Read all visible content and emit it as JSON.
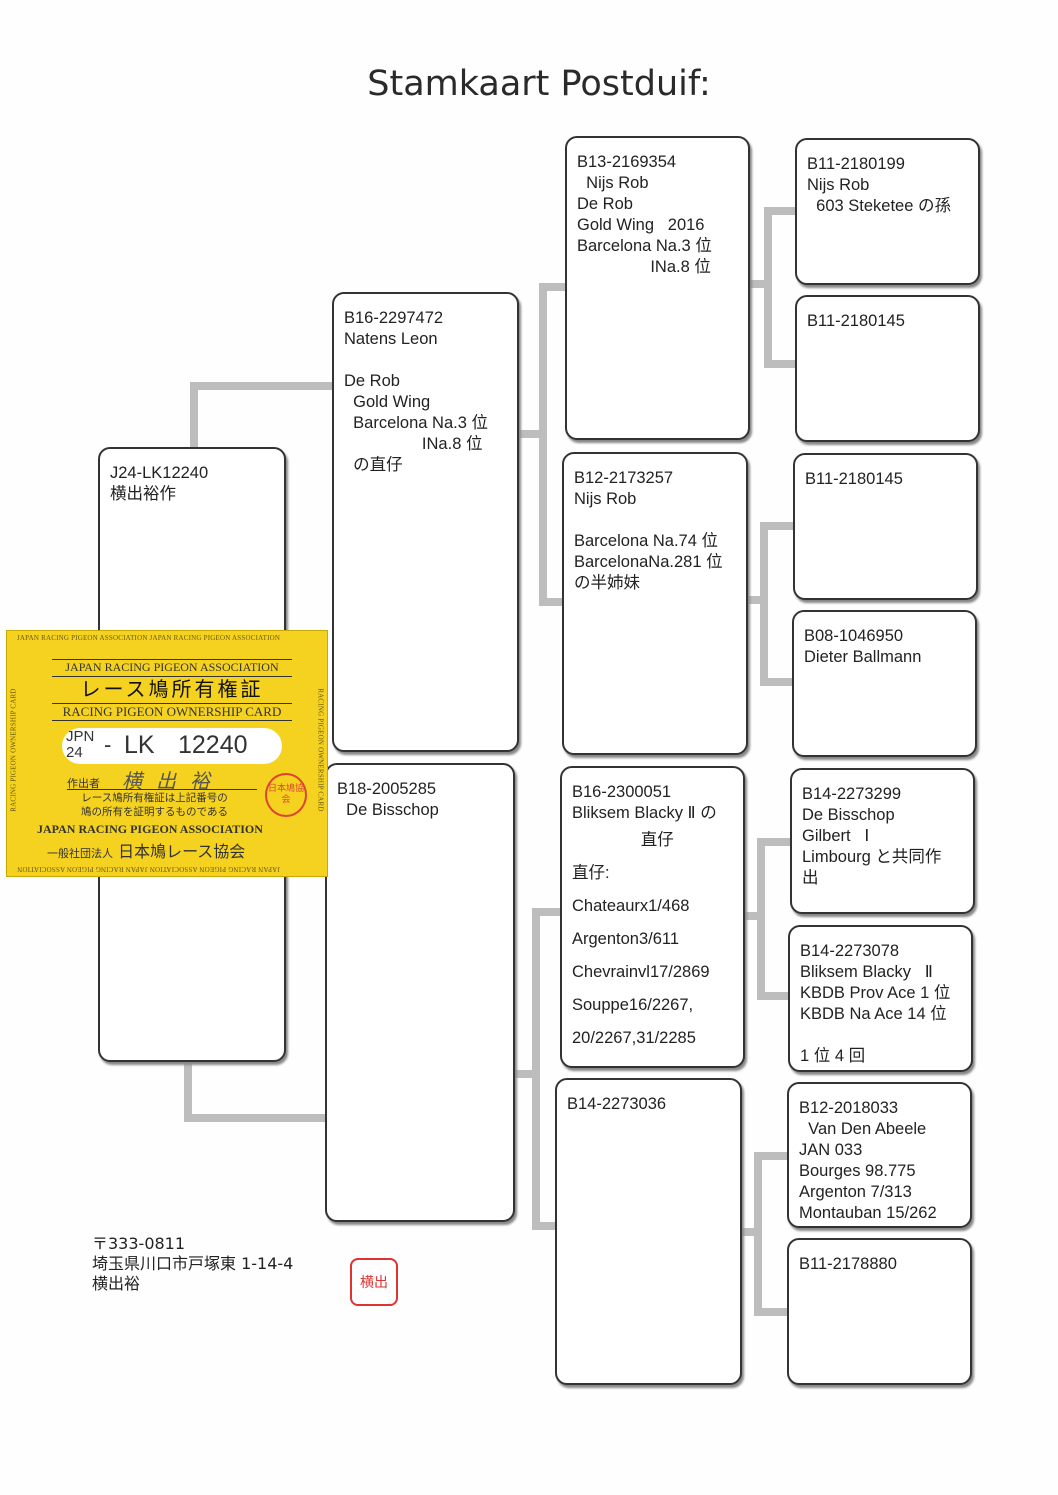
{
  "title": "Stamkaart Postduif:",
  "boxes": {
    "subject": [
      "J24-LK12240",
      "横出裕作"
    ],
    "sire": [
      "B16-2297472",
      "Natens Leon",
      "",
      "De Rob",
      "  Gold Wing",
      "  Barcelona Na.3 位",
      "                 INa.8 位",
      "  の直仔"
    ],
    "dam": [
      "B18-2005285",
      "  De Bisschop"
    ],
    "ss": [
      "B13-2169354",
      "  Nijs Rob",
      "De Rob",
      "Gold Wing   2016",
      "Barcelona Na.3 位",
      "                INa.8 位"
    ],
    "sd": [
      "B12-2173257",
      "Nijs Rob",
      "",
      "Barcelona Na.74 位",
      "BarcelonaNa.281 位",
      "の半姉妹"
    ],
    "ds": [
      "B16-2300051",
      "Bliksem Blacky Ⅱ の",
      "               直仔",
      "直仔:",
      "Chateaurx1/468",
      "Argenton3/611",
      "Chevrainvl17/2869",
      "Souppe16/2267,",
      "20/2267,31/2285"
    ],
    "dd": [
      "B14-2273036"
    ],
    "sss": [
      "B11-2180199",
      "Nijs Rob",
      "  603 Steketee の孫"
    ],
    "ssd": [
      "B11-2180145"
    ],
    "sds": [
      "B11-2180145"
    ],
    "sdd": [
      "B08-1046950",
      "Dieter Ballmann"
    ],
    "dss": [
      "B14-2273299",
      "De Bisschop",
      "Gilbert   Ⅰ",
      "Limbourg と共同作",
      "出"
    ],
    "dsd": [
      "B14-2273078",
      "Bliksem Blacky   Ⅱ",
      "KBDB Prov Ace 1 位",
      "KBDB Na Ace 14 位",
      "",
      "1 位 4 回"
    ],
    "dds": [
      "B12-2018033",
      "  Van Den Abeele",
      "JAN 033",
      "Bourges 98.775",
      "Argenton 7/313",
      "Montauban 15/262"
    ],
    "ddd": [
      "B11-2178880"
    ]
  },
  "card": {
    "edge_text": "JAPAN RACING PIGEON ASSOCIATION JAPAN RACING PIGEON ASSOCIATION",
    "side_text": "RACING PIGEON OWNERSHIP CARD",
    "org_en": "JAPAN RACING PIGEON ASSOCIATION",
    "title_jp": "レース鳩所有権証",
    "title_en": "RACING PIGEON OWNERSHIP CARD",
    "country": "JPN",
    "year": "24",
    "dash": "-",
    "code": "LK",
    "number": "12240",
    "breeder_label": "作出者",
    "breeder_signature": "横出裕",
    "note_1": "レース鳩所有権証は上記番号の",
    "note_2": "鳩の所有を証明するものである",
    "org_en_2": "JAPAN RACING PIGEON ASSOCIATION",
    "org_prefix": "一般社団法人",
    "org_jp": "日本鳩レース協会",
    "stamp_text": "日本鳩協会"
  },
  "address": {
    "postal": "〒333-0811",
    "line1": "埼玉県川口市戸塚東 1-14-4",
    "name": "横出裕"
  },
  "seal_text": "横出"
}
